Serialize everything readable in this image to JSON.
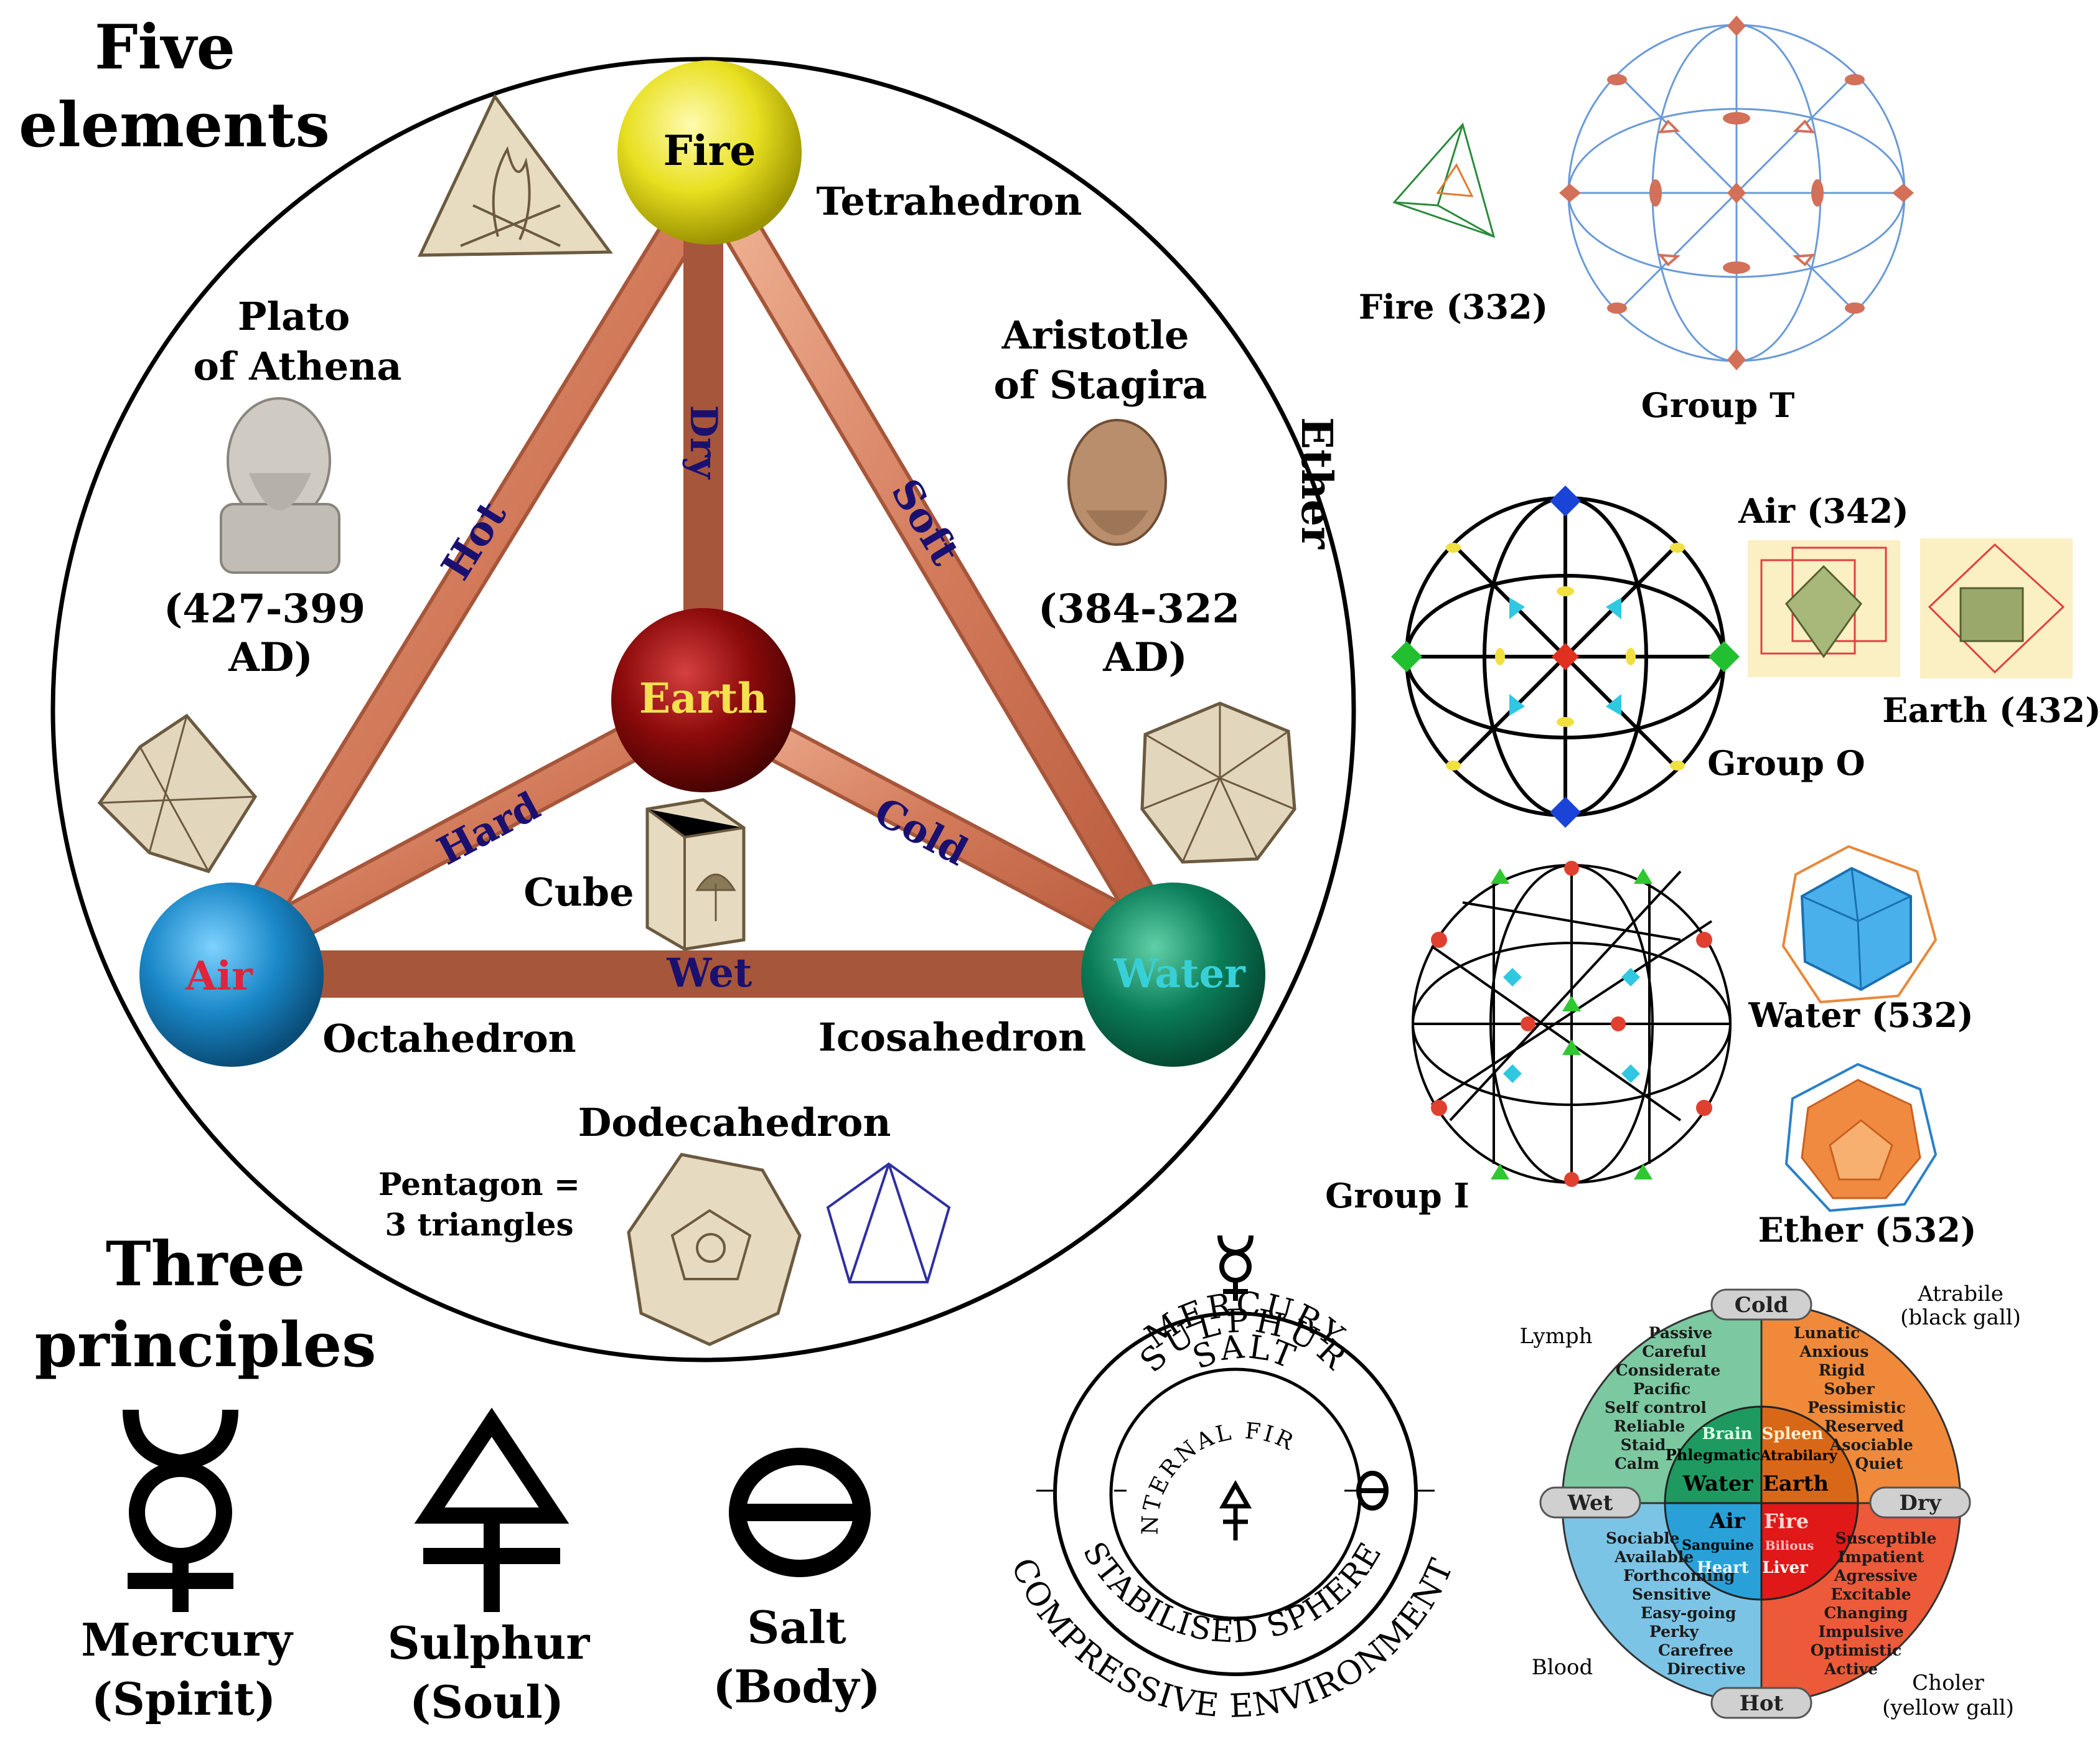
{
  "five_elements": {
    "title_line1": "Five",
    "title_line2": "elements",
    "fire": "Fire",
    "earth": "Earth",
    "air": "Air",
    "water": "Water",
    "edges": {
      "hot": "Hot",
      "dry": "Dry",
      "soft": "Soft",
      "hard": "Hard",
      "cold": "Cold",
      "wet": "Wet"
    },
    "tetrahedron": "Tetrahedron",
    "octahedron": "Octahedron",
    "icosahedron": "Icosahedron",
    "cube": "Cube",
    "dodecahedron": "Dodecahedron",
    "pentagon_line1": "Pentagon =",
    "pentagon_line2": "3 triangles",
    "ether": "Ether",
    "plato": {
      "line1": "Plato",
      "line2": "of Athena",
      "years1": "(427-399",
      "years2": "AD)"
    },
    "aristotle": {
      "line1": "Aristotle",
      "line2": "of Stagira",
      "years1": "(384-322",
      "years2": "AD)"
    }
  },
  "groups": {
    "fire_label": "Fire (332)",
    "group_t": "Group T",
    "air_label": "Air (342)",
    "earth_label": "Earth (432)",
    "group_o": "Group O",
    "group_i": "Group I",
    "water_label": "Water (532)",
    "ether_label": "Ether (532)"
  },
  "three_principles": {
    "title_line1": "Three",
    "title_line2": "principles",
    "mercury": {
      "name": "Mercury",
      "sub": "(Spirit)"
    },
    "sulphur": {
      "name": "Sulphur",
      "sub": "(Soul)"
    },
    "salt": {
      "name": "Salt",
      "sub": "(Body)"
    }
  },
  "spheres": {
    "mercury": "MERCURY",
    "salt": "SALT",
    "sulphur": "SULPHUR",
    "internal_fire": "INTERNAL FIRE",
    "stabilised": "STABILISED SPHERE",
    "compressive": "COMPRESSIVE ENVIRONMENT"
  },
  "humours": {
    "cold": "Cold",
    "hot": "Hot",
    "wet": "Wet",
    "dry": "Dry",
    "lymph": "Lymph",
    "atrabile1": "Atrabile",
    "atrabile2": "(black gall)",
    "blood": "Blood",
    "choler1": "Choler",
    "choler2": "(yellow gall)",
    "water": "Water",
    "earth": "Earth",
    "air": "Air",
    "fire": "Fire",
    "brain": "Brain",
    "phlegmatic": "Phlegmatic",
    "spleen": "Spleen",
    "atrabilary": "Atrabilary",
    "sanguine": "Sanguine",
    "heart": "Heart",
    "bilious": "Bilious",
    "liver": "Liver",
    "tl_words": [
      "Passive",
      "Careful",
      "Considerate",
      "Pacific",
      "Self control",
      "Reliable",
      "Staid",
      "Calm"
    ],
    "tr_words": [
      "Lunatic",
      "Anxious",
      "Rigid",
      "Sober",
      "Pessimistic",
      "Reserved",
      "Asociable",
      "Quiet"
    ],
    "bl_words": [
      "Sociable",
      "Available",
      "Forthcoming",
      "Sensitive",
      "Easy-going",
      "Perky",
      "Carefree",
      "Directive"
    ],
    "br_words": [
      "Susceptible",
      "Impatient",
      "Agressive",
      "Excitable",
      "Changing",
      "Impulsive",
      "Optimistic",
      "Active"
    ]
  },
  "colors": {
    "fire": "#e8e020",
    "earth": "#8b0a0a",
    "air": "#1a88c8",
    "water": "#0b7d58",
    "rod": "#d98566",
    "navy": "#1a1070",
    "q_tl": "#7cc8a0",
    "q_tr": "#f08a3a",
    "q_bl": "#7cc4e6",
    "q_br": "#ec5a3a"
  }
}
